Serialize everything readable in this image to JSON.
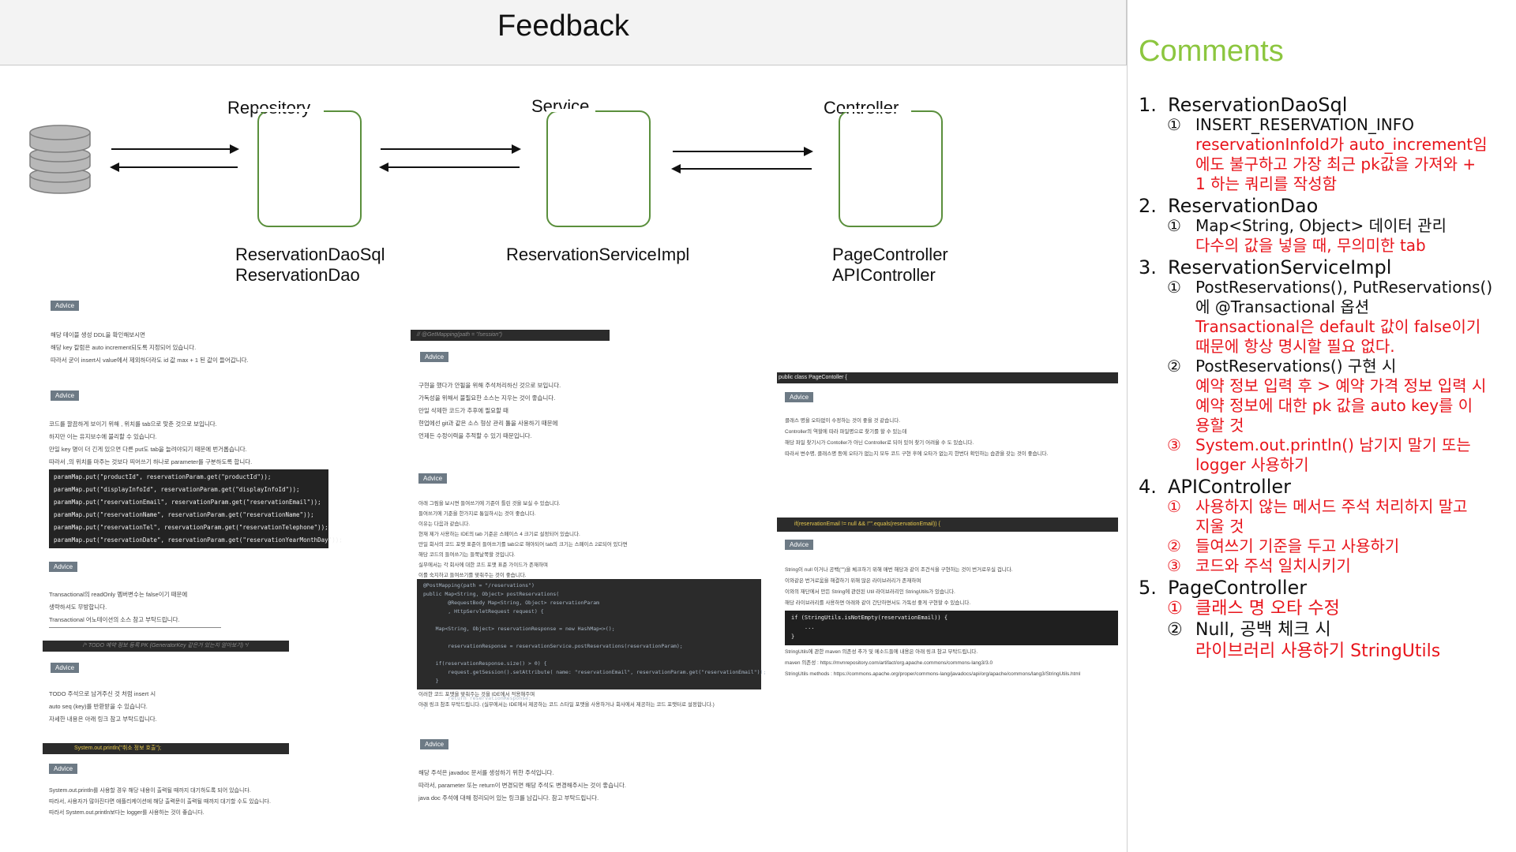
{
  "header": {
    "title": "Feedback"
  },
  "diagram": {
    "layers": [
      {
        "name": "Repository",
        "impls": [
          "ReservationDaoSql",
          "ReservationDao"
        ]
      },
      {
        "name": "Service",
        "impls": [
          "ReservationServiceImpl"
        ]
      },
      {
        "name": "Controller",
        "impls": [
          "PageController",
          "APIController"
        ]
      }
    ]
  },
  "advice_label": "Advice",
  "snippets": {
    "col1": {
      "a1": [
        "해당 테이블 생성 DDL을 확인해보시면",
        "해당 key 칼럼은 auto increment되도록 지정되어 있습니다.",
        "따라서 굳이 insert시 value에서 제외하더라도 id 값 max + 1 된 값이 들어갑니다."
      ],
      "a2": [
        "코드를 깔끔하게 보이기 위해 , 위치를 tab으로 맞춘 것으로 보입니다.",
        "하지만 이는 유지보수에 불리할 수 있습니다.",
        "만일 key 명이 더 긴게 있으면 다른 put도 tab을 늘려야되기 때문에 번거롭습니다.",
        "따라서 ,의 위치를 마주는 것보다 띄어쓰기 하나로 parameter를 구분하도록 합니다."
      ],
      "code1": [
        "paramMap.put(\"productId\", reservationParam.get(\"productId\"));",
        "paramMap.put(\"displayInfoId\", reservationParam.get(\"displayInfoId\"));",
        "paramMap.put(\"reservationEmail\", reservationParam.get(\"reservationEmail\"));",
        "paramMap.put(\"reservationName\", reservationParam.get(\"reservationName\"));",
        "paramMap.put(\"reservationTel\", reservationParam.get(\"reservationTelephone\"));",
        "paramMap.put(\"reservationDate\", reservationParam.get(\"reservationYearMonthDay\"));"
      ],
      "a3": [
        "Transactional의 readOnly 멤버변수는 false이기 때문에",
        "생략하셔도 무방합니다.",
        "Transactional 어노테이션의 소스 참고 부탁드립니다."
      ],
      "todo": "/* TODO 예약 정보 등록 PK (GeneratorKey 같은거 있는지 알아보기) */",
      "a4": [
        "TODO 주석으로 남겨주신 것 처럼 insert 시",
        "auto seq (key)를 반환받을 수 있습니다.",
        "자세한 내용은 아래 링크 참고 부탁드립니다."
      ],
      "println": "System.out.println(\"취소 정보 호출\");",
      "a5": [
        "System.out.println를 사용할 경우 해당 내용이 출력될 때까지 대기하도록 되어 있습니다.",
        "따라서, 사용자가 많아진다면 애플리케이션에 해당 출력문이 출력될 때까지 대기할 수도 있습니다.",
        "따라서 System.out.println보다는 logger를 사용하는 것이 좋습니다."
      ]
    },
    "col2": {
      "getmapping": "//   @GetMapping(path = \"/session\")",
      "a1": [
        "구현을 했다가 안될을 위해 주석처리하신 것으로 보입니다.",
        "가독성을 위해서 불필요한 소스는 지우는 것이 좋습니다.",
        "만일 삭제한 코드가 추후에 필요할 때",
        "현업에선 git과 같은 소스 형상 관리 툴을 사용하기 때문에",
        "언제든 수정이력을 추적할 수 있기 때문입니다."
      ],
      "a2": [
        "아래 그림을 보시면 들여쓰기에 기준이 틀린 것을 보실 수 있습니다.",
        "들여쓰기에 기준을 한가지로 통일하시는 것이 좋습니다.",
        "이유는 다음과 같습니다.",
        "현재 제가 사용하는 IDE의 tab 기준은 스페이스 4 크기로 설정되어 있습니다.",
        "만일 회사의 코드 포맷 표준이 들여쓰기를 tab으로 해야되어 tab의 크기는 스페이스 2로되어 있다면",
        "해당 코드의 들여쓰기는 들쭉날쭉할 것입니다.",
        "실무에서는 각 회사에 대한 코드 포맷 표준 가이드가 존재하며",
        "이를 숙지하고 들여쓰기를 맞춰주는 것이 좋습니다."
      ],
      "ide": "@PostMapping(path = \"/reservations\")\npublic Map<String, Object> postReservations(\n        @RequestBody Map<String, Object> reservationParam\n        , HttpServletRequest request) {\n\n    Map<String, Object> reservationResponse = new HashMap<>();\n\n        reservationResponse = reservationService.postReservations(reservationParam);\n\n    if(reservationResponse.size() > 0) {\n        request.getSession().setAttribute( name: \"reservationEmail\", reservationParam.get(\"reservationEmail\"));\n    }\n\n        return reservationResponse;\n}",
      "a2tail": [
        "이러한 코드 포맷을 맞춰주는 것을 IDE에서 적용해주며",
        "아래 링크 참조 부탁드립니다. (실무에서는 IDE에서 제공하는 코드 스타일 포맷을 사용하거나 회사에서 제공하는 코드 포맷터로 설정합니다.)"
      ],
      "a3": [
        "해당 주석은 javadoc 문서를 생성하기 위한 주석입니다.",
        "따라서, parameter 또는 return이 변경되면 해당 주석도 변경해주시는 것이 좋습니다.",
        "java doc 주석에 대해 정리되어 있는 링크를 남깁니다. 참고 부탁드립니다."
      ]
    },
    "col3": {
      "classbar": "public class PageContoller {",
      "a1": [
        "클래스 명을 오타없이 수정하는 것이 좋을 것 같습니다.",
        "Controller의 역할에 따라 파일명으로 찾기를 할 수 있는데",
        "해당 파일 찾기시가 Contoller가 아닌 Controller로 되어 있어 찾기 어려울 수 도 있습니다.",
        "따라서 변수명, 클래스명 등에 오타가 없는지 모두 코드 구현 후에 오타가 없는지 한번더 확인하는 습관을 갖는 것이 좋습니다."
      ],
      "ifbar": "if(reservationEmail != null && !\"\".equals(reservationEmail)) {",
      "a2": [
        "String이 null 이거나 공백(\"\")을 체크하기 위해 매번 해당과 같이 조건식을 구현하는 것이 번거로우실 겁니다.",
        "이와같은 번거로움을 해결하기 위해 많은 라이브러리가 존재하며",
        "이와의 재단에서 만든 String에 관련된 Util 라이브러리인 StringUtils가 있습니다.",
        "해당 라이브러리를 사용하면 아래와 같이 간단하면서도 가독성 좋게 구현할 수 있습니다."
      ],
      "stringutils": "if (StringUtils.isNotEmpty(reservationEmail)) {\n    ...\n}",
      "a2tail": [
        "StringUtils에 관한 maven 의존성 추가 및 메소드들에 내용은 아래 링크 참고 부탁드립니다.",
        "maven 의존성 : https://mvnrepository.com/artifact/org.apache.commons/commons-lang3/3.0",
        "StringUtils methods : https://commons.apache.org/proper/commons-lang/javadocs/api/org/apache/commons/lang3/StringUtils.html"
      ]
    }
  },
  "comments": {
    "title": "Comments",
    "items": [
      {
        "num": "1.",
        "label": "ReservationDaoSql",
        "subs": [
          {
            "mark": "①",
            "text": "INSERT_RESERVATION_INFO",
            "note": [
              "reservationInfoId가 auto_increment임",
              "에도 불구하고 가장 최근 pk값을 가져와 +",
              "1 하는 쿼리를 작성함"
            ]
          }
        ]
      },
      {
        "num": "2.",
        "label": "ReservationDao",
        "subs": [
          {
            "mark": "①",
            "text": "Map<String, Object> 데이터 관리",
            "note": [
              "다수의 값을 넣을 때, 무의미한 tab"
            ]
          }
        ]
      },
      {
        "num": "3.",
        "label": "ReservationServiceImpl",
        "subs": [
          {
            "mark": "①",
            "text": "PostReservations(), PutReservations()",
            "text2": "에 @Transactional 옵션",
            "note": [
              "Transactional은 default 값이 false이기",
              "때문에 항상 명시할 필요 없다."
            ]
          },
          {
            "mark": "②",
            "text": "PostReservations() 구현 시",
            "note": [
              "예약 정보 입력 후 > 예약 가격 정보 입력 시",
              "예약 정보에 대한 pk 값을 auto key를 이",
              "용할 것"
            ]
          },
          {
            "mark": "③",
            "text": "System.out.println() 남기지 말기 또는",
            "text2": "logger 사용하기",
            "red": true
          }
        ]
      },
      {
        "num": "4.",
        "label": "APIController",
        "subs": [
          {
            "mark": "①",
            "text": "사용하지 않는 메서드 주석 처리하지 말고",
            "text2": "지울 것",
            "red": true
          },
          {
            "mark": "②",
            "text": "들여쓰기 기준을 두고 사용하기",
            "red": true
          },
          {
            "mark": "③",
            "text": "코드와 주석 일치시키기",
            "red": true
          }
        ]
      },
      {
        "num": "5.",
        "label": "PageController",
        "subs": [
          {
            "mark": "①",
            "text": "클래스 명 오타 수정",
            "red": true
          },
          {
            "mark": "②",
            "text": "Null, 공백 체크 시",
            "note": [
              "라이브러리 사용하기 StringUtils"
            ]
          }
        ]
      }
    ]
  }
}
